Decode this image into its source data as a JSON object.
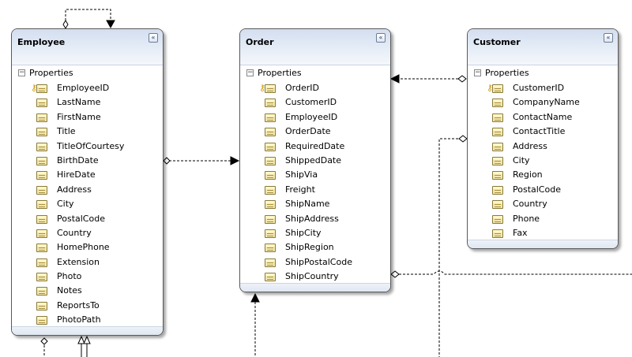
{
  "colors": {
    "header": "#d3def0",
    "border": "#5a5a5a",
    "connector": "#000000"
  },
  "icons": {
    "collapse": "double-chevron-up-icon",
    "section_toggle": "minus-box-icon",
    "property": "property-icon",
    "key": "key-icon"
  },
  "employee": {
    "title": "Employee",
    "collapse_glyph": "«",
    "section_toggle": "−",
    "section_label": "Properties",
    "properties": [
      "EmployeeID",
      "LastName",
      "FirstName",
      "Title",
      "TitleOfCourtesy",
      "BirthDate",
      "HireDate",
      "Address",
      "City",
      "PostalCode",
      "Country",
      "HomePhone",
      "Extension",
      "Photo",
      "Notes",
      "ReportsTo",
      "PhotoPath"
    ]
  },
  "order": {
    "title": "Order",
    "collapse_glyph": "«",
    "section_toggle": "−",
    "section_label": "Properties",
    "properties": [
      "OrderID",
      "CustomerID",
      "EmployeeID",
      "OrderDate",
      "RequiredDate",
      "ShippedDate",
      "ShipVia",
      "Freight",
      "ShipName",
      "ShipAddress",
      "ShipCity",
      "ShipRegion",
      "ShipPostalCode",
      "ShipCountry"
    ]
  },
  "customer": {
    "title": "Customer",
    "collapse_glyph": "«",
    "section_toggle": "−",
    "section_label": "Properties",
    "properties": [
      "CustomerID",
      "CompanyName",
      "ContactName",
      "ContactTitle",
      "Address",
      "City",
      "Region",
      "PostalCode",
      "Country",
      "Phone",
      "Fax"
    ]
  }
}
